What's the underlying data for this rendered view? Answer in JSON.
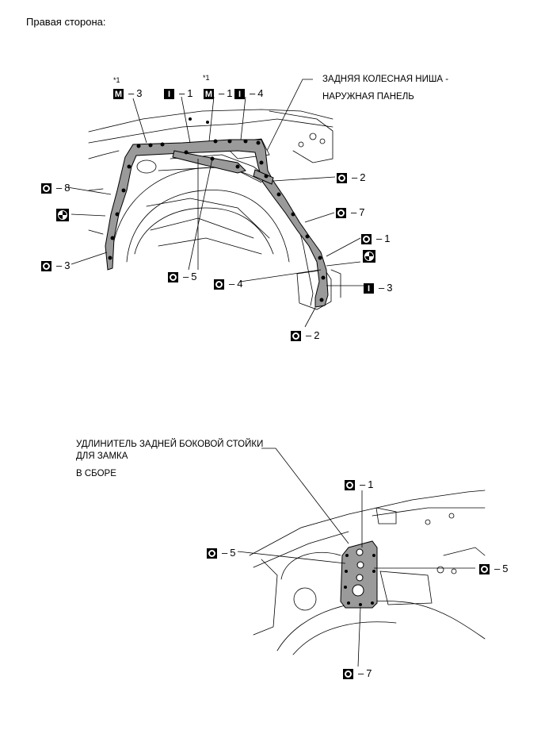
{
  "title": "Правая сторона:",
  "top_diagram": {
    "part_name_line1": "ЗАДНЯЯ КОЛЕСНАЯ НИША -",
    "part_name_line2": "НАРУЖНАЯ ПАНЕЛЬ",
    "note_marker": "*1",
    "callouts": {
      "m3": {
        "letter": "M",
        "num": "3"
      },
      "i1": {
        "letter": "I",
        "num": "1"
      },
      "m1": {
        "letter": "M",
        "num": "1"
      },
      "i4": {
        "letter": "I",
        "num": "4"
      },
      "o2a": {
        "num": "2"
      },
      "o7": {
        "num": "7"
      },
      "o1": {
        "num": "1"
      },
      "i3": {
        "letter": "I",
        "num": "3"
      },
      "o4": {
        "num": "4"
      },
      "o5": {
        "num": "5"
      },
      "o2b": {
        "num": "2"
      },
      "o8": {
        "num": "8"
      },
      "o3": {
        "num": "3"
      }
    }
  },
  "bottom_diagram": {
    "part_name_line1": "УДЛИНИТЕЛЬ ЗАДНЕЙ БОКОВОЙ СТОЙКИ",
    "part_name_line2": "ДЛЯ ЗАМКА",
    "part_name_line3": "В СБОРЕ",
    "callouts": {
      "o1": {
        "num": "1"
      },
      "o5a": {
        "num": "5"
      },
      "o5b": {
        "num": "5"
      },
      "o7": {
        "num": "7"
      }
    }
  },
  "dash": "–"
}
